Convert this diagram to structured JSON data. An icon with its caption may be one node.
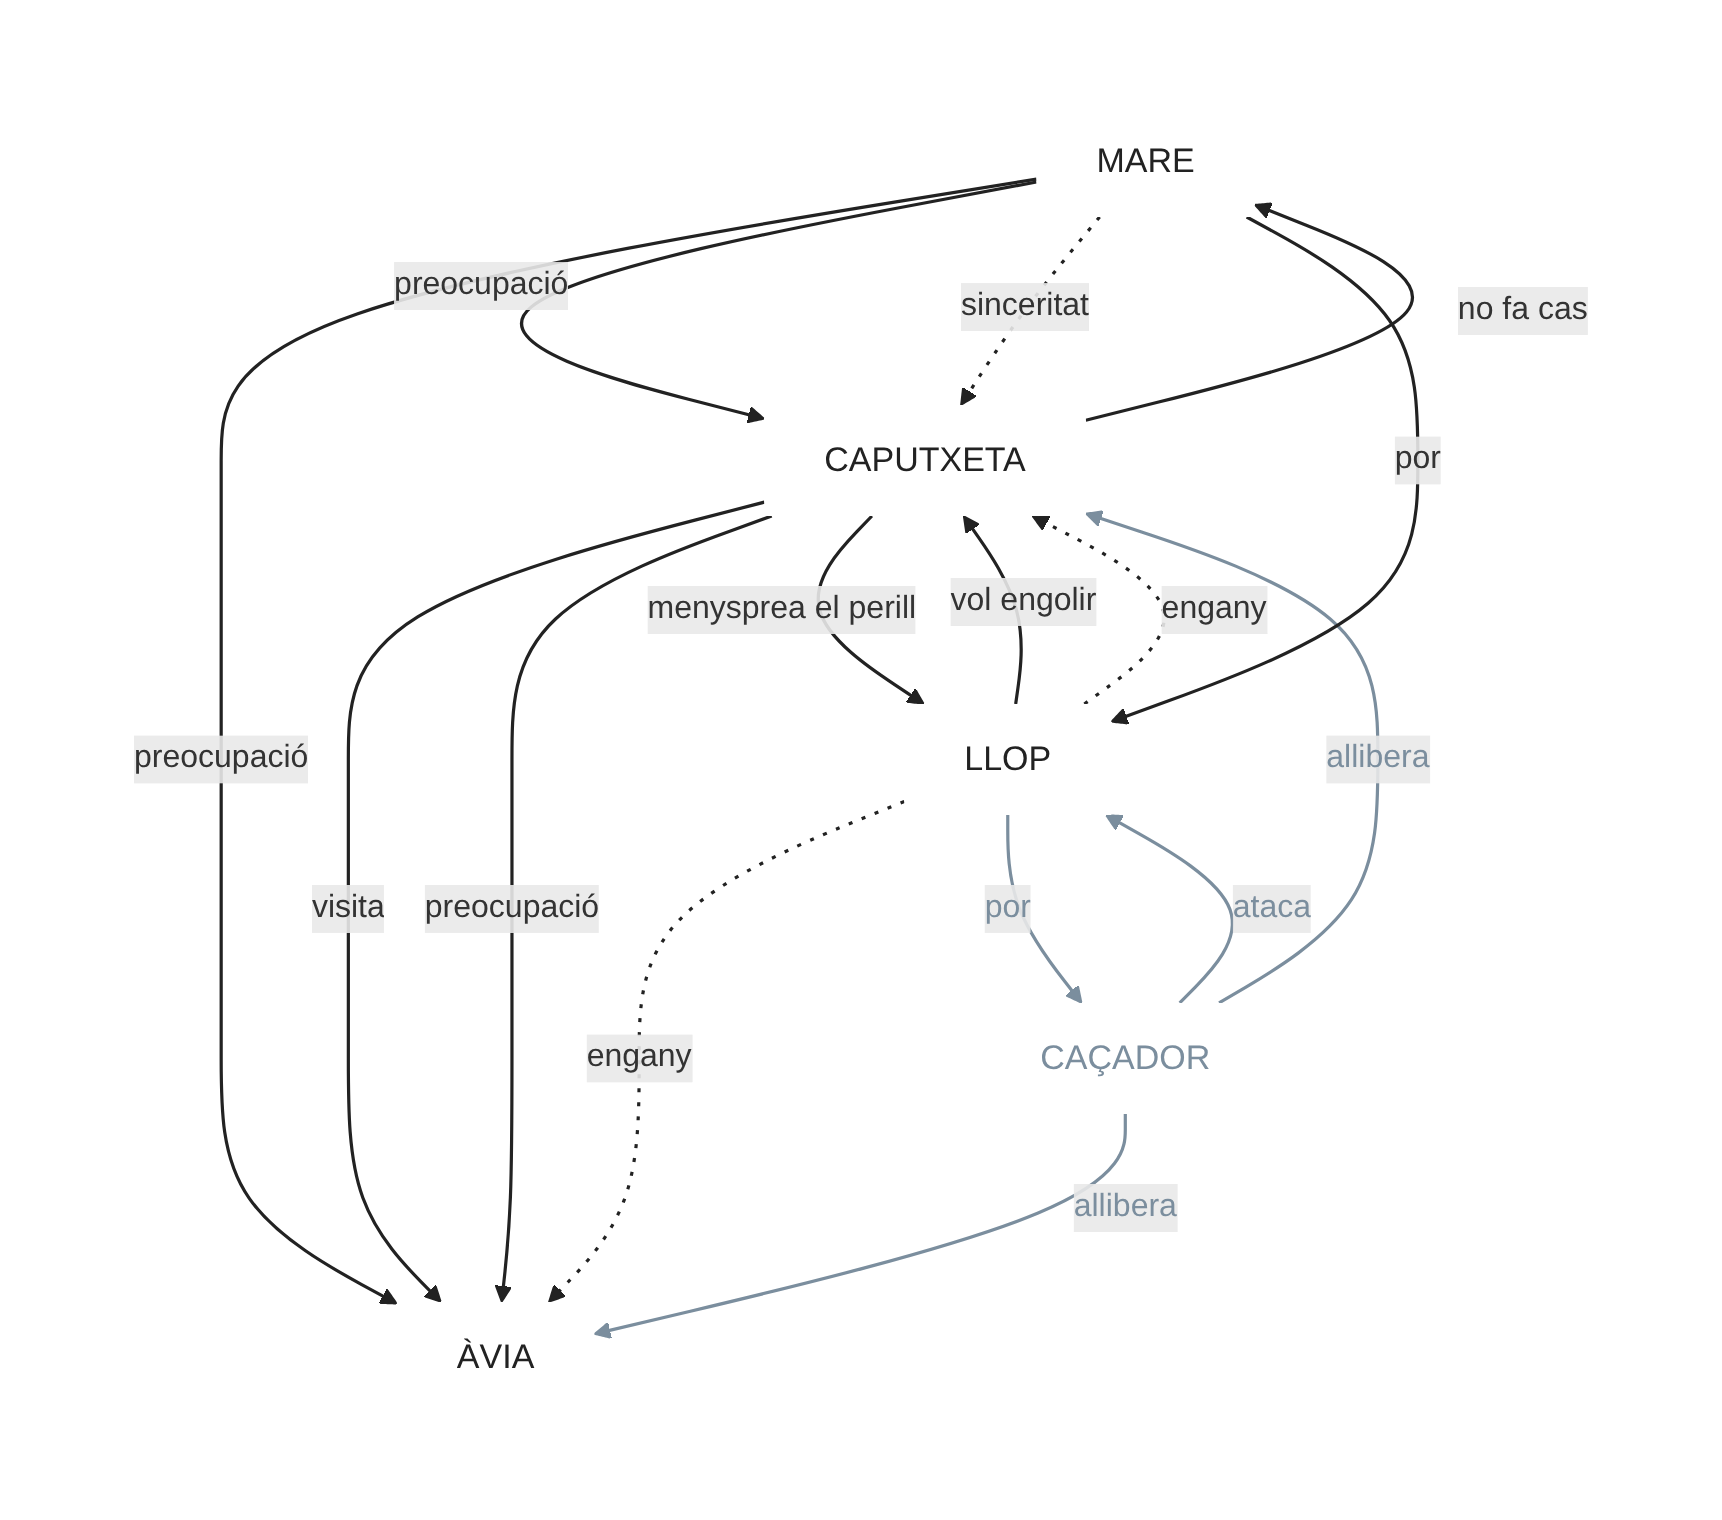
{
  "diagram": {
    "nodes": [
      {
        "text": [
          "MARE"
        ]
      },
      {
        "text": [
          "ÀVIA"
        ]
      },
      {
        "text": [
          "CAPUTXETA"
        ]
      },
      {
        "text": [
          "CAÇADOR"
        ]
      },
      {
        "text": [
          "LLOP"
        ]
      }
    ],
    "edges": [
      {
        "from": 0,
        "to": 1,
        "arrow": "to",
        "label": "preocupació"
      },
      {
        "from": 0,
        "to": 2,
        "arrow": "to",
        "label": "preocupació"
      },
      {
        "from": 2,
        "to": 0,
        "arrow": "to",
        "label": "no fa cas"
      },
      {
        "from": 0,
        "to": 2,
        "arrow": "to",
        "label": "sinceritat",
        "style": "dashed"
      },
      {
        "from": 2,
        "to": 1,
        "arrow": "to",
        "label": "visita"
      },
      {
        "from": 2,
        "to": 1,
        "arrow": "to",
        "label": "preocupació"
      },
      {
        "from": 2,
        "to": 4,
        "arrow": "to",
        "label": "menysprea el perill"
      },
      {
        "from": 4,
        "to": 2,
        "arrow": "to",
        "label": "vol engolir"
      },
      {
        "from": 4,
        "to": 2,
        "arrow": "to",
        "label": "engany",
        "style": "dashed"
      },
      {
        "from": 4,
        "to": 1,
        "arrow": "to",
        "label": "engany",
        "style": "dashed"
      },
      {
        "from": 3,
        "to": 2,
        "arrow": "to",
        "label": "allibera",
        "color": "#7b8e9e"
      },
      {
        "from": 3,
        "to": 4,
        "arrow": "to",
        "label": "ataca",
        "color": "#7b8e9e"
      },
      {
        "from": 4,
        "to": 3,
        "arrow": "to",
        "label": "por",
        "color": "#7b8e9e"
      },
      {
        "from": 3,
        "to": 1,
        "arrow": "to",
        "label": "allibera",
        "color": "#7b8e9e"
      },
      {
        "from": 0,
        "to": 4,
        "arrow": "to",
        "label": "por"
      }
    ]
  }
}
